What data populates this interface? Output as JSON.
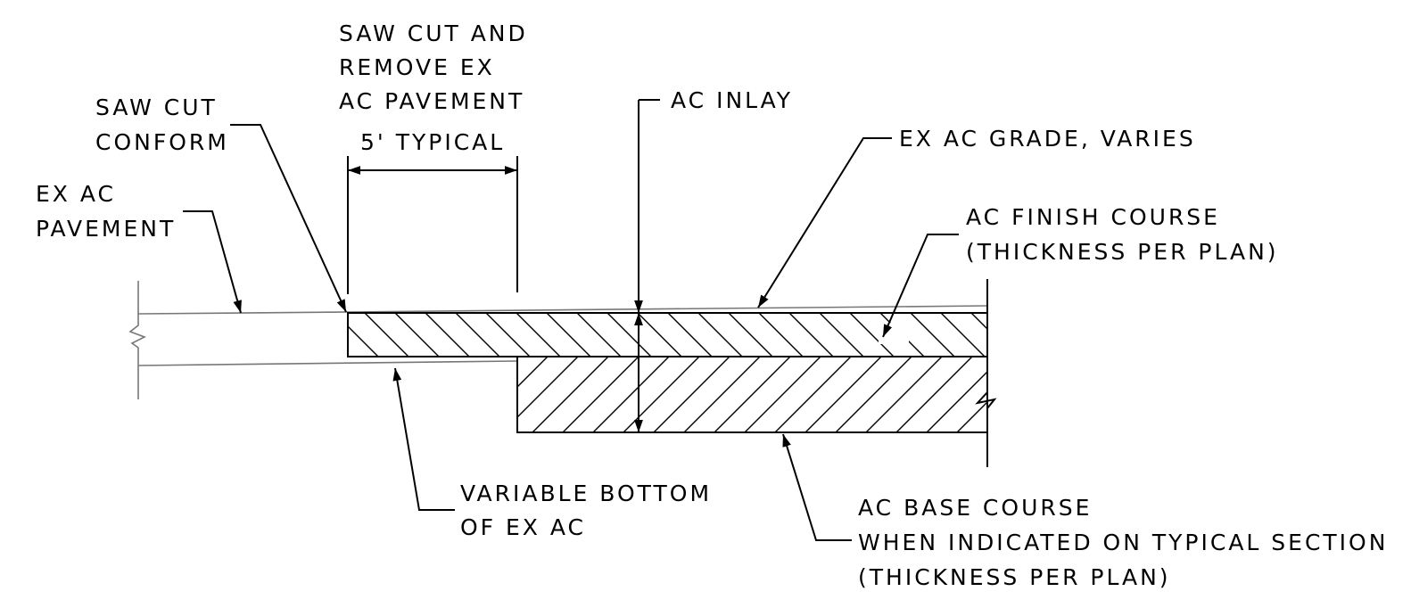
{
  "labels": {
    "saw_cut_remove": [
      "SAW CUT AND",
      "REMOVE EX",
      "AC PAVEMENT"
    ],
    "saw_cut_conform": [
      "SAW CUT",
      "CONFORM"
    ],
    "dimension": "5' TYPICAL",
    "ac_inlay": "AC INLAY",
    "ex_ac_grade": "EX AC GRADE, VARIES",
    "ex_ac_pavement": [
      "EX AC",
      "PAVEMENT"
    ],
    "ac_finish_course": [
      "AC FINISH COURSE",
      "(THICKNESS PER PLAN)"
    ],
    "variable_bottom": [
      "VARIABLE BOTTOM",
      "OF EX AC"
    ],
    "ac_base_course": [
      "AC BASE COURSE",
      "WHEN INDICATED ON TYPICAL SECTION",
      "(THICKNESS PER PLAN)"
    ]
  }
}
